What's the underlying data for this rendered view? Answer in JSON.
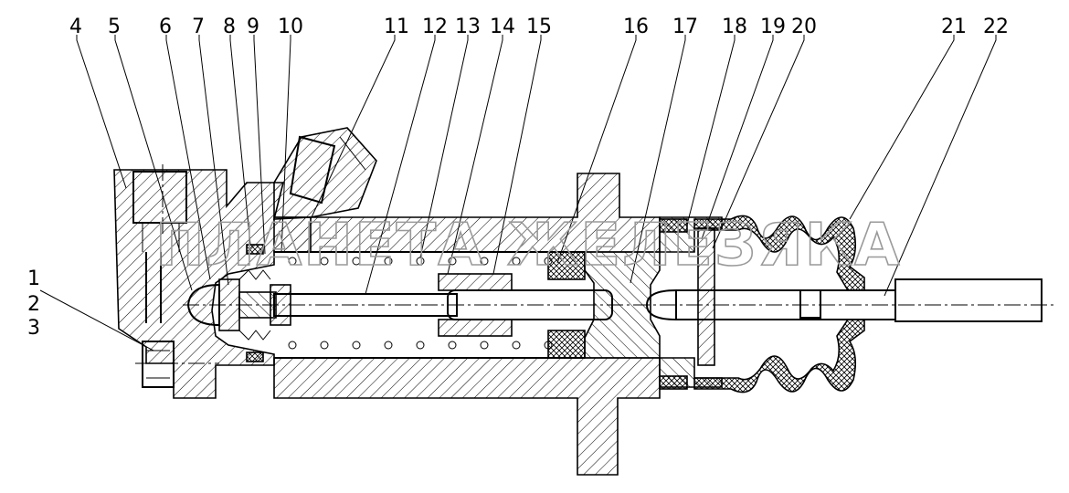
{
  "callouts": {
    "n1": "1",
    "n2": "2",
    "n3": "3",
    "n4": "4",
    "n5": "5",
    "n6": "6",
    "n7": "7",
    "n8": "8",
    "n9": "9",
    "n10": "10",
    "n11": "11",
    "n12": "12",
    "n13": "13",
    "n14": "14",
    "n15": "15",
    "n16": "16",
    "n17": "17",
    "n18": "18",
    "n19": "19",
    "n20": "20",
    "n21": "21",
    "n22": "22"
  },
  "watermark": "ПЛАНЕТА ЖЕЛЕЗЯКА"
}
